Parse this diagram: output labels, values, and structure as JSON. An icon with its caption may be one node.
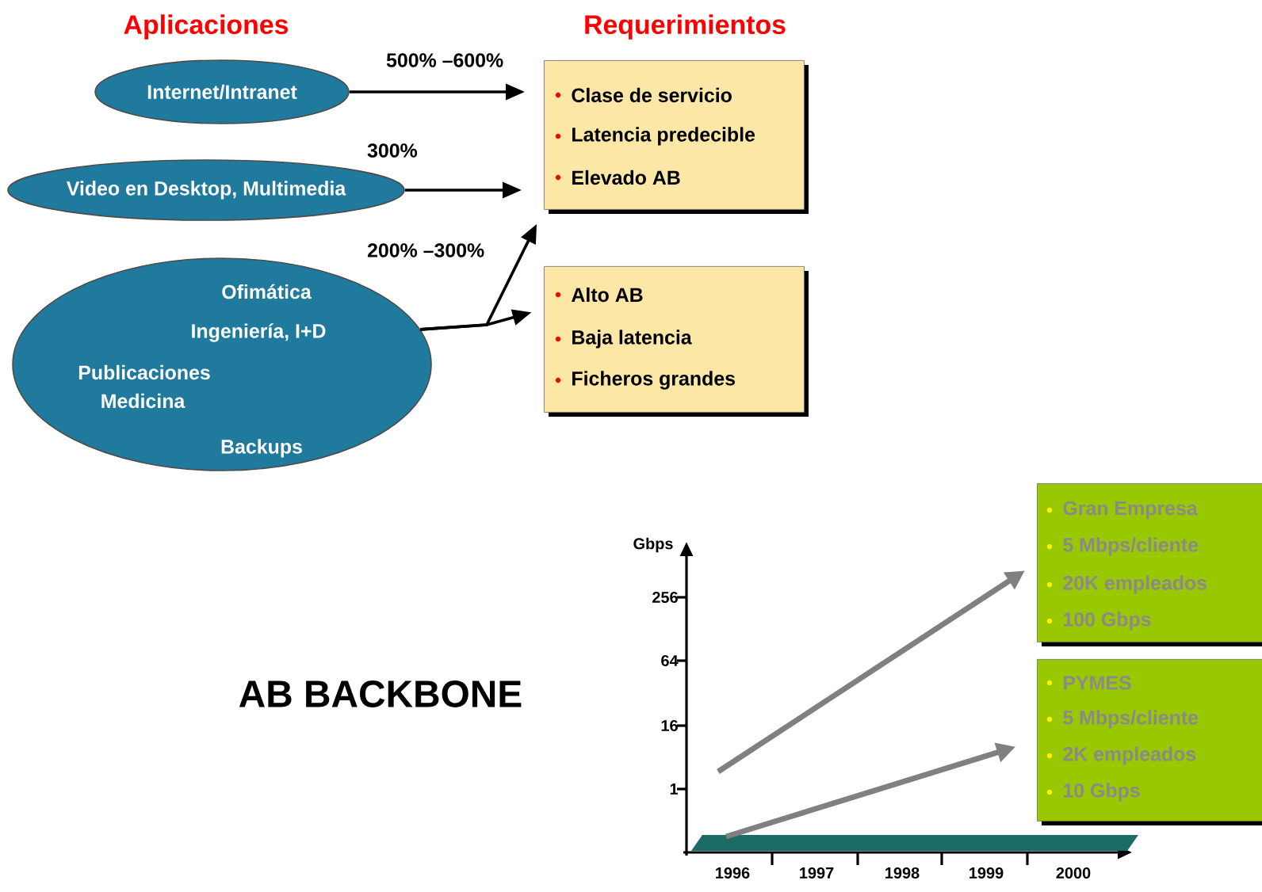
{
  "diagram": {
    "nodes": [
      {
        "text": [
          "Internet/Intranet"
        ]
      },
      {
        "text": [
          "Video en Desktop, Multimedia"
        ]
      },
      {
        "text": [
          "Ofimática",
          "Ingeniería, I+D",
          "Publicaciones",
          "Medicina",
          "Backups"
        ]
      },
      {
        "text": [
          "Clase de servicio",
          "Latencia predecible",
          "Elevado AB"
        ]
      },
      {
        "text": [
          "Alto AB",
          "Baja latencia",
          "Ficheros grandes"
        ]
      },
      {
        "text": [
          "Gran Empresa",
          "5 Mbps/cliente",
          "20K empleados",
          "100 Gbps"
        ]
      },
      {
        "text": [
          "PYMES",
          "5 Mbps/cliente",
          "2K empleados",
          "10 Gbps"
        ]
      }
    ],
    "edges": [
      {
        "from": 0,
        "to": 3,
        "arrow": "to",
        "label": "500% –600%"
      },
      {
        "from": 1,
        "to": 3,
        "arrow": "to",
        "label": "300%"
      },
      {
        "from": 2,
        "to": 3,
        "arrow": "to",
        "label": "200% –300%"
      },
      {
        "from": 2,
        "to": 4,
        "arrow": "to"
      },
      {
        "from": null,
        "to": 5,
        "arrow": "to",
        "style": "thick",
        "color": "#808080"
      },
      {
        "from": null,
        "to": 6,
        "arrow": "to",
        "style": "thick",
        "color": "#808080"
      }
    ],
    "labels": [
      "Aplicaciones",
      "Requerimientos",
      "Gbps",
      "256",
      "64",
      "AB BACKBONE",
      "16",
      "1",
      "1996",
      "1997",
      "1998",
      "1999",
      "2000"
    ]
  }
}
